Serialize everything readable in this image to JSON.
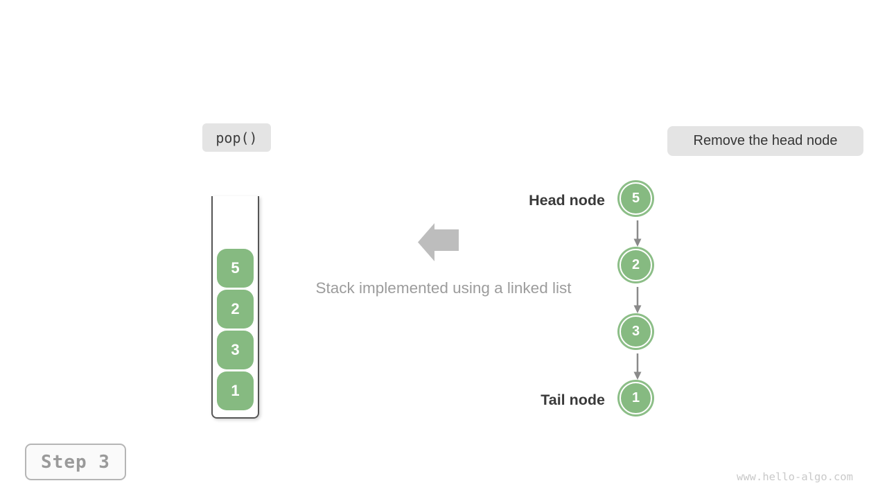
{
  "operation_label": {
    "text": "pop()"
  },
  "annotation_label": {
    "text": "Remove the head node"
  },
  "caption": {
    "text": "Stack implemented using a linked list"
  },
  "stack": {
    "items_top_to_bottom": [
      "5",
      "2",
      "3",
      "1"
    ]
  },
  "linked_list": {
    "head_label": "Head node",
    "tail_label": "Tail node",
    "nodes_head_to_tail": [
      "5",
      "2",
      "3",
      "1"
    ]
  },
  "step_badge": {
    "text": "Step 3"
  },
  "watermark": {
    "text": "www.hello-algo.com"
  },
  "colors": {
    "node_green": "#86ba81",
    "label_box_bg": "#e4e4e4",
    "big_arrow_gray": "#bdbdbd",
    "connector_gray": "#8a8a8a",
    "dark_text": "#3a3a3a",
    "caption_gray": "#9c9c9c",
    "step_text_gray": "#9a9a9a",
    "watermark_gray": "#c9c9c9"
  }
}
